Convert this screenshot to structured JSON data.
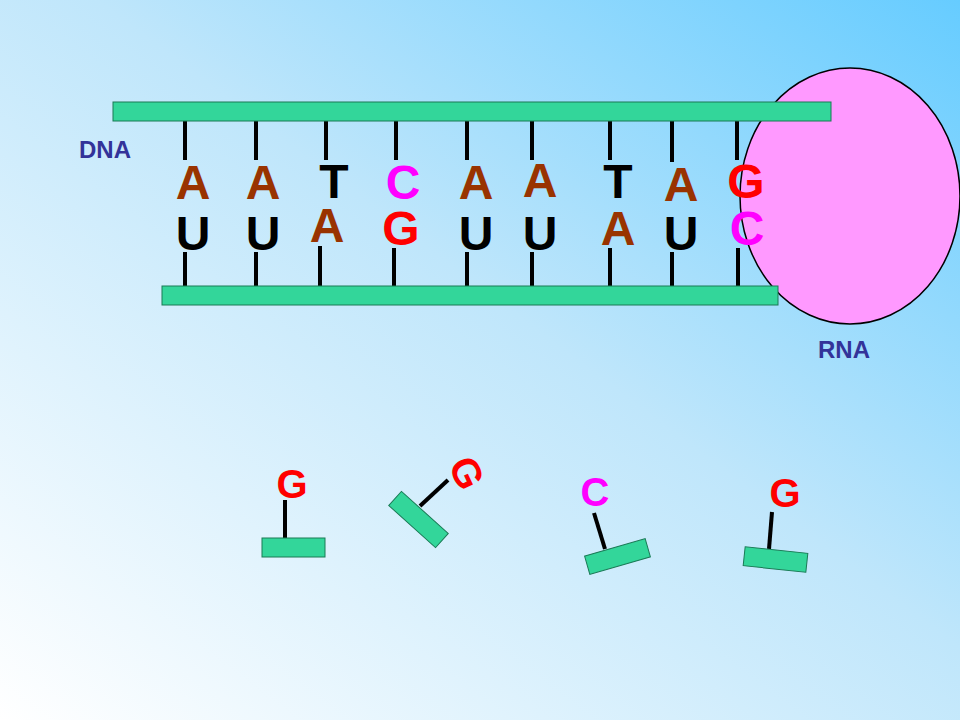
{
  "diagram": {
    "labels": [
      "DNA",
      "A",
      "A",
      "T",
      "C",
      "A",
      "A",
      "T",
      "A",
      "G",
      "U",
      "U",
      "A",
      "G",
      "U",
      "U",
      "A",
      "U",
      "C",
      "RNA",
      "G",
      "G",
      "C",
      "G"
    ]
  }
}
